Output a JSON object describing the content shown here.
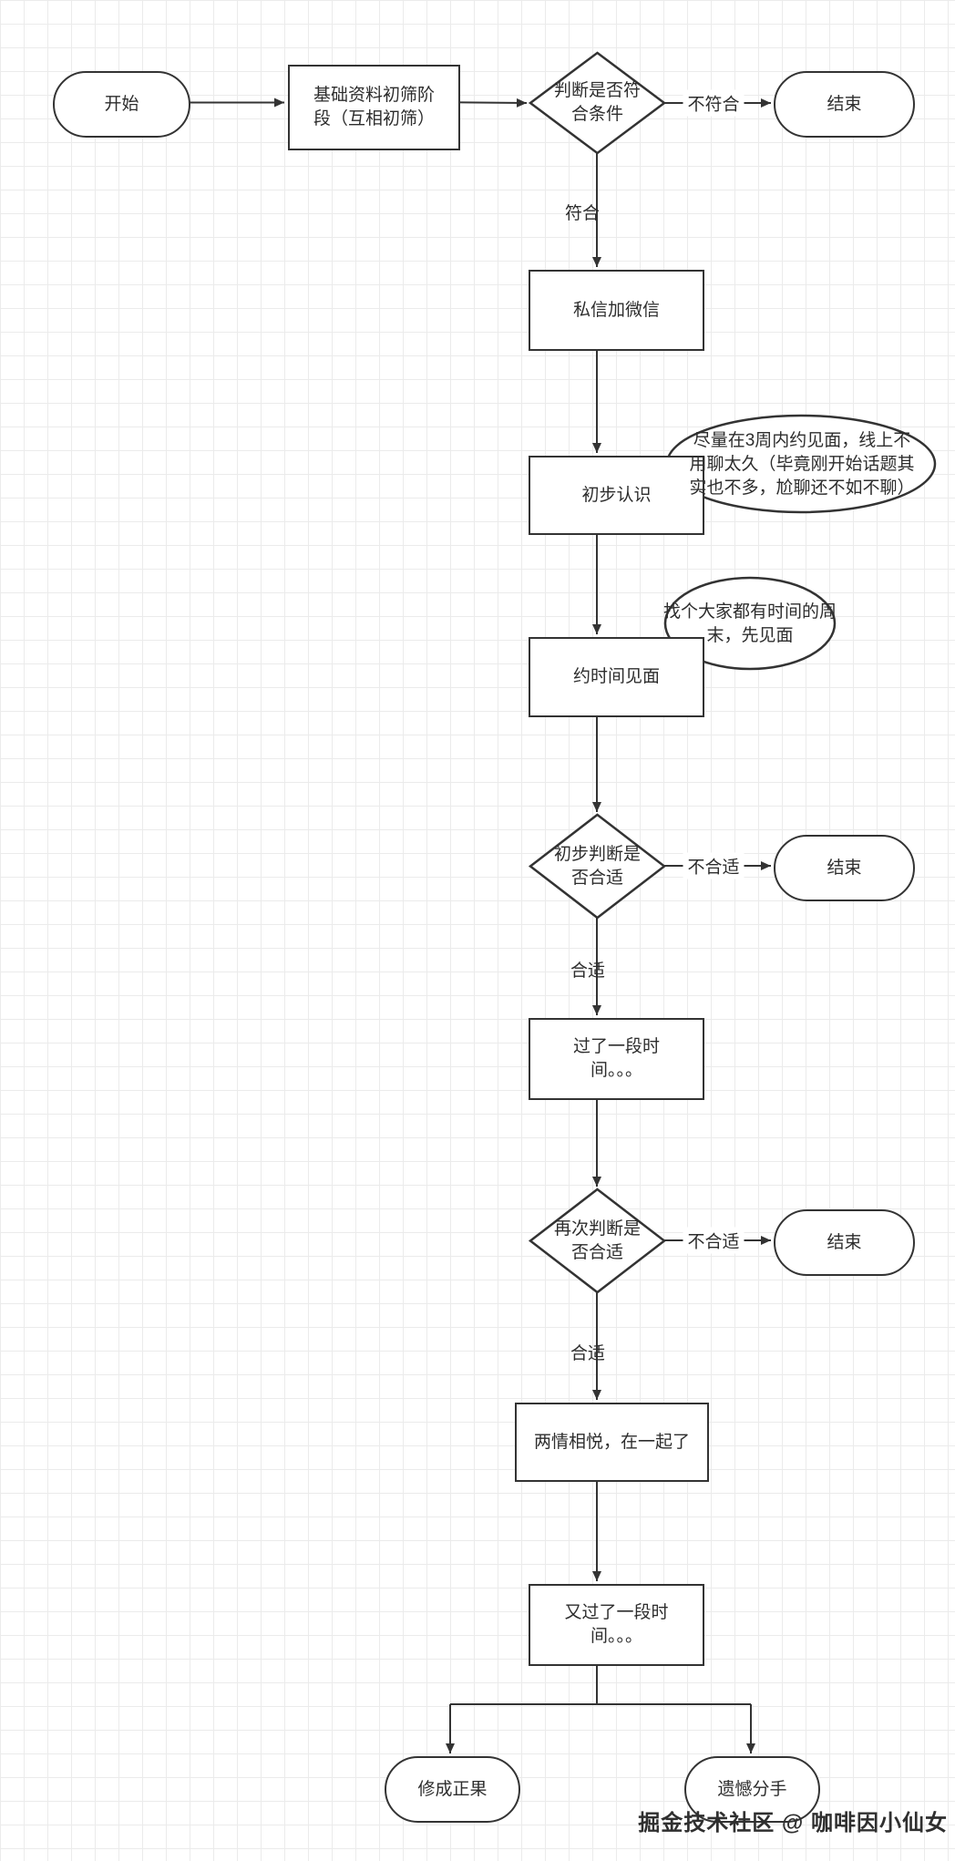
{
  "page": {
    "type": "flowchart",
    "language": "zh-CN"
  },
  "style": {
    "shape_stroke": "#333333",
    "shape_fill": "#ffffff",
    "text_color": "#2d2d2d",
    "grid_line": "#ebebeb",
    "background": "#ffffff"
  },
  "nodes": {
    "start": {
      "label": "开始",
      "shape": "stadium"
    },
    "screening": {
      "label": "基础资料初筛阶段（互相初筛）",
      "shape": "rect"
    },
    "decision_match": {
      "label": "判断是否符合条件",
      "shape": "diamond"
    },
    "end_1": {
      "label": "结束",
      "shape": "stadium"
    },
    "add_wechat": {
      "label": "私信加微信",
      "shape": "rect"
    },
    "first_meet": {
      "label": "初步认识",
      "shape": "rect"
    },
    "schedule_meeting": {
      "label": "约时间见面",
      "shape": "rect"
    },
    "decision_first_fit": {
      "label": "初步判断是否合适",
      "shape": "diamond"
    },
    "end_2": {
      "label": "结束",
      "shape": "stadium"
    },
    "time_passes": {
      "label": "过了一段时间。。。",
      "shape": "rect"
    },
    "decision_second_fit": {
      "label": "再次判断是否合适",
      "shape": "diamond"
    },
    "end_3": {
      "label": "结束",
      "shape": "stadium"
    },
    "together": {
      "label": "两情相悦，在一起了",
      "shape": "rect"
    },
    "more_time_passes": {
      "label": "又过了一段时间。。。",
      "shape": "rect"
    },
    "happy_ending": {
      "label": "修成正果",
      "shape": "stadium"
    },
    "breakup": {
      "label": "遗憾分手",
      "shape": "stadium"
    }
  },
  "edge_labels": {
    "not_match": "不符合",
    "match": "符合",
    "not_fit_1": "不合适",
    "fit_1": "合适",
    "not_fit_2": "不合适",
    "fit_2": "合适"
  },
  "callouts": {
    "meet_tip": "尽量在3周内约见面，线上不用聊太久（毕竟刚开始话题其实也不多，尬聊还不如不聊）",
    "weekend_tip": "找个大家都有时间的周末，先见面"
  },
  "watermark": "掘金技术社区 @ 咖啡因小仙女"
}
